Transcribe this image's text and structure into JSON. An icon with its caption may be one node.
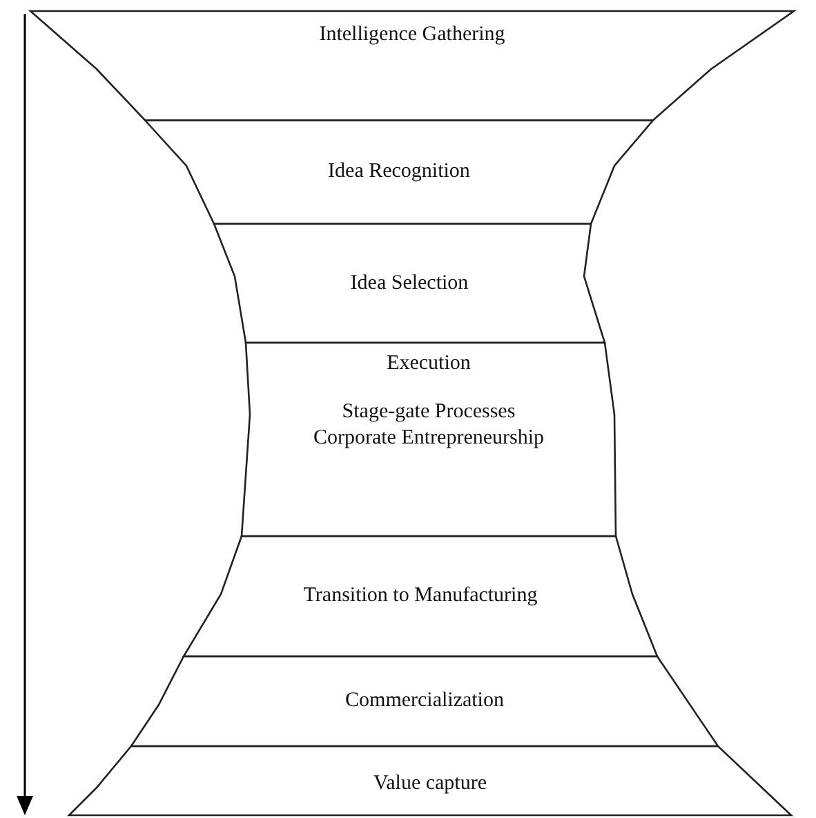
{
  "diagram": {
    "nodes": [
      {
        "text": [
          "Intelligence Gathering"
        ]
      },
      {
        "text": [
          "Idea Recognition"
        ]
      },
      {
        "text": [
          "Idea Selection"
        ]
      },
      {
        "text": [
          "Execution",
          "Stage-gate Processes",
          "Corporate Entrepreneurship"
        ]
      },
      {
        "text": [
          "Transition to Manufacturing"
        ]
      },
      {
        "text": [
          "Commercialization"
        ]
      },
      {
        "text": [
          "Value capture"
        ]
      }
    ]
  }
}
